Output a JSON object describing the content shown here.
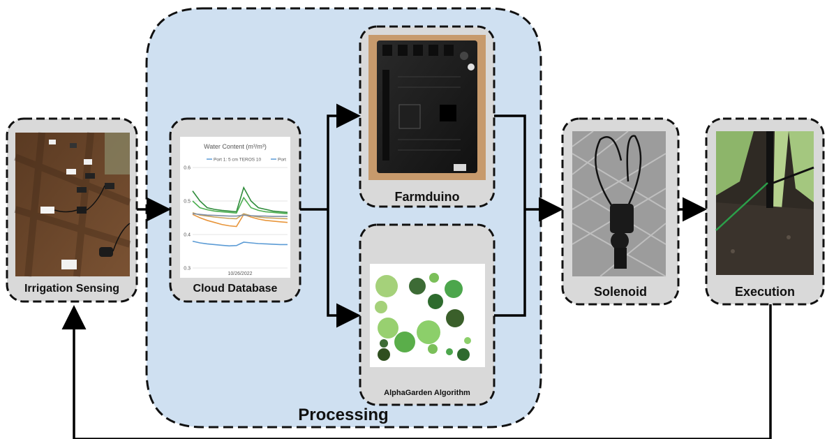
{
  "processing": {
    "label": "Processing"
  },
  "nodes": {
    "irrigation": {
      "label": "Irrigation Sensing"
    },
    "cloud": {
      "label": "Cloud Database"
    },
    "farmduino": {
      "label": "Farmduino"
    },
    "alphagarden": {
      "label": "AlphaGarden Algorithm"
    },
    "solenoid": {
      "label": "Solenoid"
    },
    "execution": {
      "label": "Execution"
    }
  },
  "chart_data": {
    "type": "line",
    "title": "Water Content (m³/m³)",
    "legend": [
      "Port 1: 5 cm TEROS 10",
      "Port"
    ],
    "ylim": [
      0.3,
      0.6
    ],
    "y_ticks": [
      "0.6",
      "0.5",
      "0.4",
      "0.3"
    ],
    "x_ticks": [
      "10/26/2022"
    ],
    "series": [
      {
        "name": "Port 1: 5 cm TEROS 10",
        "color": "#5b9bd5",
        "values": [
          0.38,
          0.375,
          0.372,
          0.37,
          0.368,
          0.366,
          0.367,
          0.377,
          0.375,
          0.373,
          0.372,
          0.371,
          0.37,
          0.37
        ]
      },
      {
        "color": "#2e8b3a",
        "values": [
          0.53,
          0.5,
          0.48,
          0.475,
          0.472,
          0.47,
          0.468,
          0.54,
          0.5,
          0.48,
          0.475,
          0.47,
          0.468,
          0.466
        ]
      },
      {
        "color": "#4caf50",
        "values": [
          0.5,
          0.48,
          0.474,
          0.47,
          0.468,
          0.466,
          0.464,
          0.51,
          0.48,
          0.472,
          0.468,
          0.466,
          0.464,
          0.462
        ]
      },
      {
        "color": "#e8953a",
        "values": [
          0.46,
          0.45,
          0.442,
          0.436,
          0.43,
          0.426,
          0.424,
          0.46,
          0.452,
          0.446,
          0.442,
          0.44,
          0.438,
          0.436
        ]
      },
      {
        "color": "#c9a35a",
        "values": [
          0.465,
          0.458,
          0.455,
          0.452,
          0.45,
          0.448,
          0.447,
          0.462,
          0.456,
          0.452,
          0.45,
          0.449,
          0.448,
          0.447
        ]
      },
      {
        "color": "#7f8fa6",
        "values": [
          0.462,
          0.46,
          0.458,
          0.457,
          0.456,
          0.455,
          0.455,
          0.458,
          0.456,
          0.455,
          0.455,
          0.454,
          0.454,
          0.454
        ]
      }
    ]
  },
  "alphagarden_plants": [
    {
      "color": "#a5d17a"
    },
    {
      "color": "#3d6b35"
    },
    {
      "color": "#7bbf5a"
    },
    {
      "color": "#4ca64c"
    },
    {
      "color": "#2e6b2e"
    },
    {
      "color": "#8ccf6a"
    },
    {
      "color": "#3a5f2a"
    },
    {
      "color": "#5aae4a"
    },
    {
      "color": "#98d070"
    },
    {
      "color": "#2f4f1f"
    }
  ]
}
